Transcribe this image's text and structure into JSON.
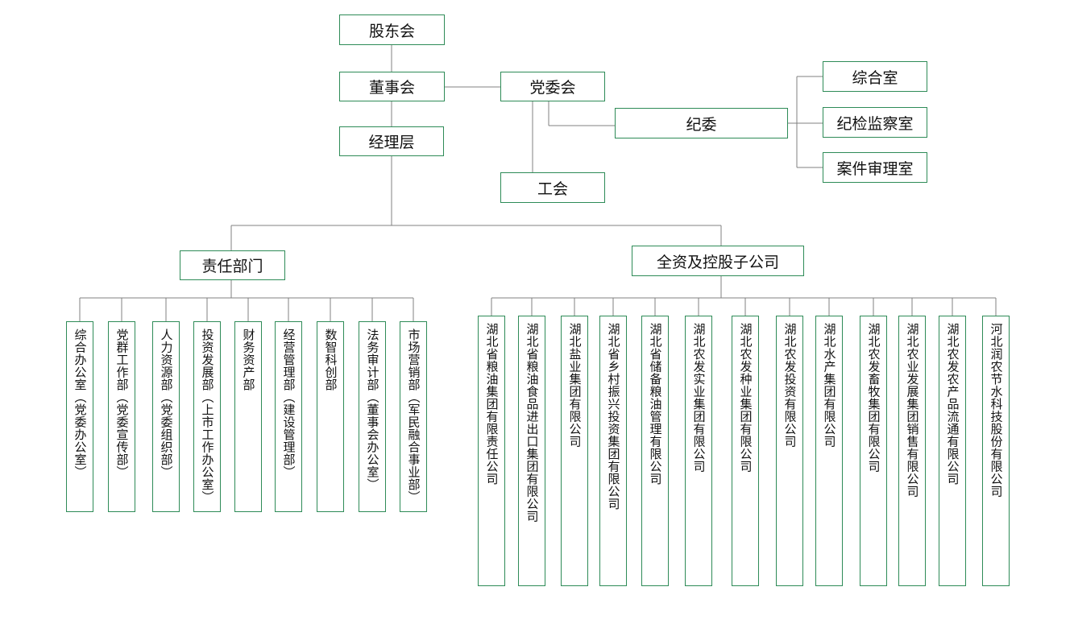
{
  "org": {
    "shareholders": "股东会",
    "board": "董事会",
    "party_committee": "党委会",
    "management": "经理层",
    "union": "工会",
    "discipline": "纪委",
    "discipline_units": [
      "综合室",
      "纪检监察室",
      "案件审理室"
    ],
    "dept_group": "责任部门",
    "company_group": "全资及控股子公司",
    "departments": [
      "综合办公室（党委办公室）",
      "党群工作部（党委宣传部）",
      "人力资源部（党委组织部）",
      "投资发展部（上市工作办公室）",
      "财务资产部",
      "经营管理部（建设管理部）",
      "数智科创部",
      "法务审计部（董事会办公室）",
      "市场营销部（军民融合事业部）"
    ],
    "companies": [
      "湖北省粮油集团有限责任公司",
      "湖北省粮油食品进出口集团有限公司",
      "湖北盐业集团有限公司",
      "湖北省乡村振兴投资集团有限公司",
      "湖北省储备粮油管理有限公司",
      "湖北农发实业集团有限公司",
      "湖北农发种业集团有限公司",
      "湖北农发投资有限公司",
      "湖北水产集团有限公司",
      "湖北农发畜牧集团有限公司",
      "湖北农业发展集团销售有限公司",
      "湖北农发农产品流通有限公司",
      "河北润农节水科技股份有限公司"
    ]
  },
  "colors": {
    "border": "#2e8b57",
    "line": "#808080"
  }
}
